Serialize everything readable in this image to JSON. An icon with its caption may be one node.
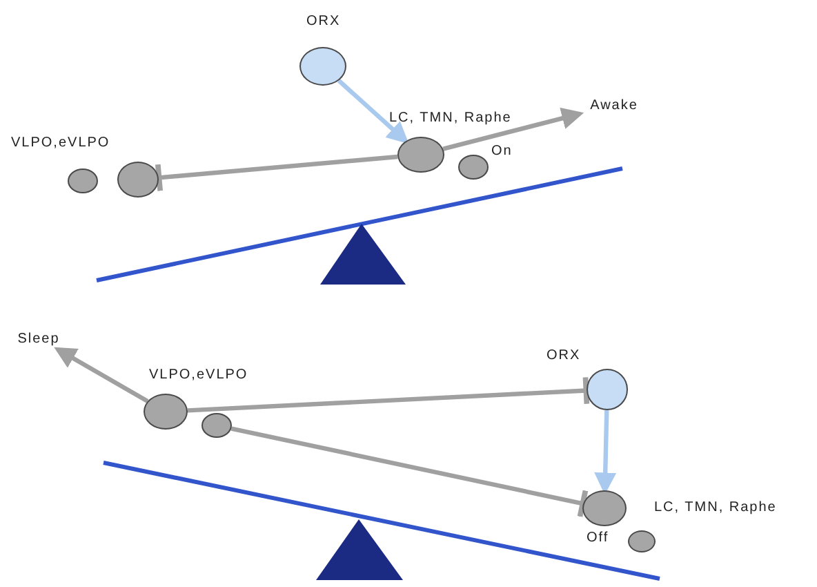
{
  "diagram": {
    "nodes": [
      {
        "text": [
          "ORX"
        ]
      },
      {
        "text": [
          "LC, TMN, Raphe"
        ]
      },
      {
        "text": [],
        "shape": "circle"
      },
      {
        "text": [
          "Awake"
        ]
      },
      {
        "text": [],
        "shape": "circle"
      },
      {
        "text": [],
        "shape": "circle"
      },
      {
        "text": [
          "Sleep"
        ]
      },
      {
        "text": [],
        "shape": "circle"
      },
      {
        "text": [],
        "shape": "circle"
      },
      {
        "text": [
          "ORX"
        ]
      },
      {
        "text": [
          "LC, TMN, Raphe"
        ]
      },
      {
        "text": [],
        "shape": "circle"
      }
    ],
    "edges": [
      {
        "from": 0,
        "to": 1,
        "arrow": "to",
        "color": "#a9c9ee"
      },
      {
        "from": 1,
        "to": 3,
        "arrow": "to"
      },
      {
        "from": 1,
        "to": 5,
        "arrow": "other"
      },
      {
        "from": 7,
        "to": 6,
        "arrow": "to"
      },
      {
        "from": 7,
        "to": 9,
        "arrow": "other"
      },
      {
        "from": 8,
        "to": 10,
        "arrow": "other"
      },
      {
        "from": 9,
        "to": 10,
        "arrow": "to",
        "color": "#a9c9ee"
      }
    ],
    "labels": [
      "On",
      "VLPO,eVLPO",
      "VLPO,eVLPO",
      "Off"
    ]
  }
}
